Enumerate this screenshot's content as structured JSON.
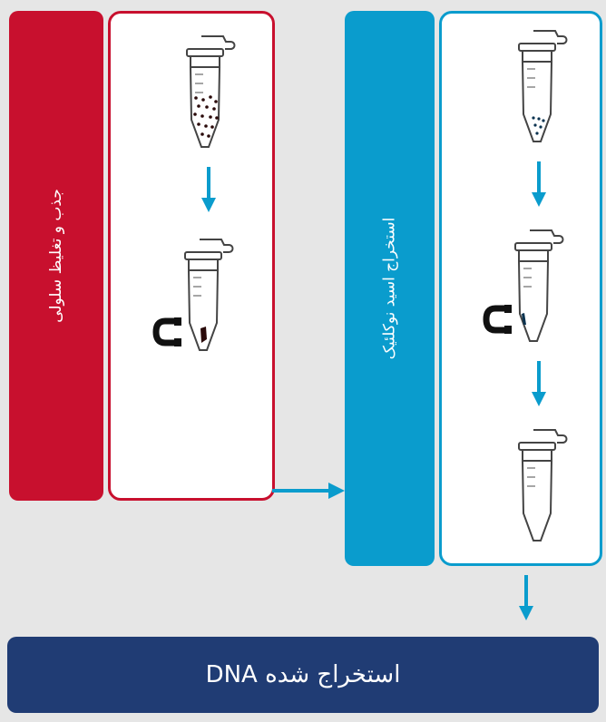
{
  "stages": [
    {
      "id": "capture",
      "label": "جذب و تغلیظ سلولی"
    },
    {
      "id": "extraction",
      "label": "استخراج اسید نوکلئیک"
    }
  ],
  "result": {
    "label": "DNA استخراج شده"
  },
  "icons": [
    "tube-sample-icon",
    "tube-magnet-icon",
    "magnet-icon",
    "arrow-down-icon",
    "arrow-right-icon",
    "tube-eluate-icon"
  ],
  "colors": {
    "red": "#c8102e",
    "blue": "#0a9ccd",
    "navy": "#203c74",
    "background": "#e6e6e6"
  }
}
